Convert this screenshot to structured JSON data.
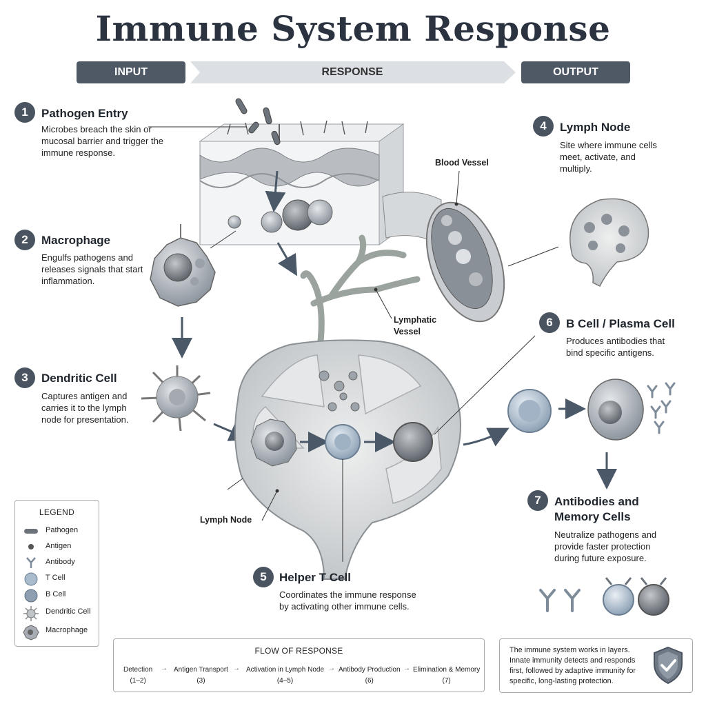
{
  "title": "Immune System Response",
  "bar": {
    "input": "INPUT",
    "response": "RESPONSE",
    "output": "OUTPUT"
  },
  "steps": [
    {
      "number": "1",
      "title": "Pathogen Entry",
      "description": "Microbes breach the skin or mucosal barrier and trigger the immune response."
    },
    {
      "number": "2",
      "title": "Macrophage",
      "description": "Engulfs pathogens and releases signals that start inflammation."
    },
    {
      "number": "3",
      "title": "Dendritic Cell",
      "description": "Captures antigen and carries it to the lymph node for presentation."
    },
    {
      "number": "4",
      "title": "Lymph Node",
      "description": "Site where immune cells meet, activate, and multiply."
    },
    {
      "number": "5",
      "title": "Helper T Cell",
      "description": "Coordinates the immune response by activating other immune cells."
    },
    {
      "number": "6",
      "title": "B Cell / Plasma Cell",
      "description": "Produces antibodies that bind specific antigens."
    },
    {
      "number": "7",
      "title": "Antibodies and Memory Cells",
      "description": "Neutralize pathogens and provide faster protection during future exposure."
    }
  ],
  "labels": {
    "blood_vessel": "Blood Vessel",
    "lymphatic_vessel": "Lymphatic Vessel",
    "lymph_node": "Lymph Node"
  },
  "legend": {
    "title": "LEGEND",
    "items": [
      {
        "label": "Pathogen",
        "icon": "pathogen-icon"
      },
      {
        "label": "Antigen",
        "icon": "antigen-icon"
      },
      {
        "label": "Antibody",
        "icon": "antibody-icon"
      },
      {
        "label": "T Cell",
        "icon": "t-cell-icon"
      },
      {
        "label": "B Cell",
        "icon": "b-cell-icon"
      },
      {
        "label": "Dendritic Cell",
        "icon": "dendritic-cell-icon"
      },
      {
        "label": "Macrophage",
        "icon": "macrophage-icon"
      }
    ]
  },
  "flow": {
    "title": "FLOW OF RESPONSE",
    "steps": [
      {
        "label": "Detection",
        "ref": "(1–2)"
      },
      {
        "label": "Antigen Transport",
        "ref": "(3)"
      },
      {
        "label": "Activation in Lymph Node",
        "ref": "(4–5)"
      },
      {
        "label": "Antibody Production",
        "ref": "(6)"
      },
      {
        "label": "Elimination & Memory",
        "ref": "(7)"
      }
    ]
  },
  "note": "The immune system works in layers. Innate immunity detects and responds first, followed by adaptive immunity for specific, long-lasting protection.",
  "colors": {
    "bar": "#4f5966",
    "badge": "#4a5360",
    "cell_gray": "#9aa4b0",
    "t_cell_blue": "#a9bccd"
  }
}
